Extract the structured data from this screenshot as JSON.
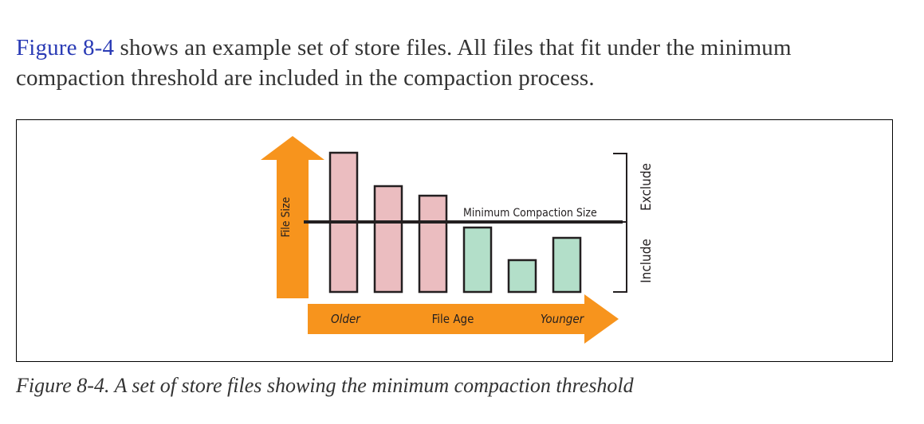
{
  "paragraph": {
    "xref": "Figure 8-4",
    "text": " shows an example set of store files. All files that fit under the minimum compaction threshold are included in the compaction process."
  },
  "figure": {
    "y_axis_label": "File Size",
    "x_axis_label": "File Age",
    "x_left_label": "Older",
    "x_right_label": "Younger",
    "threshold_label": "Minimum Compaction Size",
    "bracket_top_label": "Exclude",
    "bracket_bottom_label": "Include",
    "colors": {
      "arrow": "#f7941d",
      "excluded_fill": "#ebbdc0",
      "included_fill": "#b3dfc9",
      "outline": "#231f20"
    },
    "files": [
      {
        "status": "exclude",
        "relative_size": 1.0
      },
      {
        "status": "exclude",
        "relative_size": 0.76
      },
      {
        "status": "exclude",
        "relative_size": 0.69
      },
      {
        "status": "include",
        "relative_size": 0.46
      },
      {
        "status": "include",
        "relative_size": 0.23
      },
      {
        "status": "include",
        "relative_size": 0.39
      }
    ],
    "threshold_relative_size": 0.5
  },
  "caption": "Figure 8-4. A set of store files showing the minimum compaction threshold"
}
